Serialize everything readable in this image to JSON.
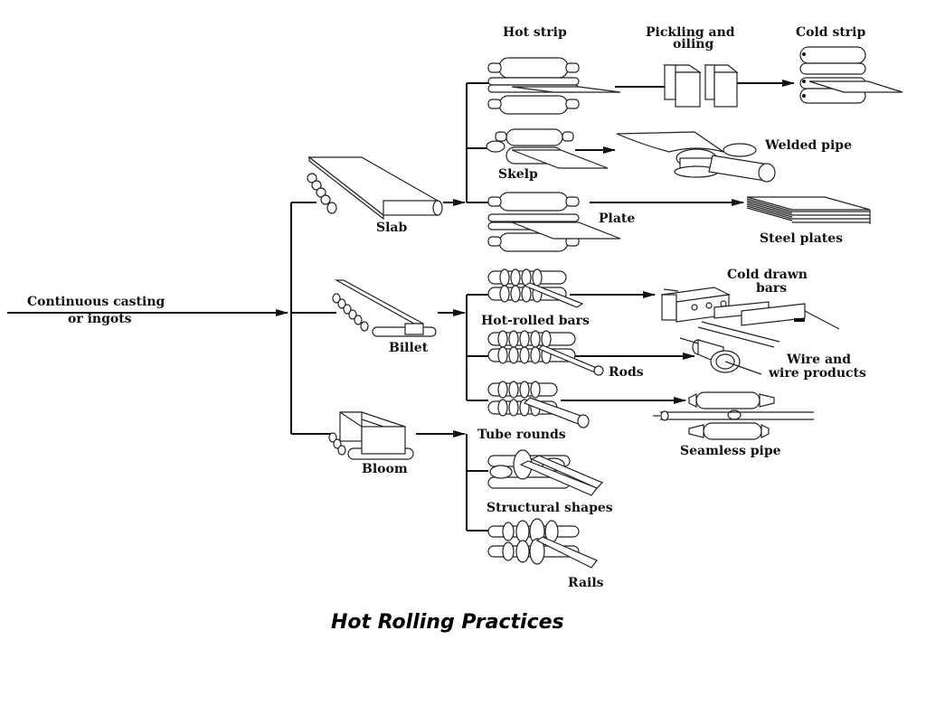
{
  "title": "Hot Rolling Practices",
  "source": {
    "label_line1": "Continuous casting",
    "label_line2": "or ingots"
  },
  "intermediates": [
    {
      "id": "slab",
      "label": "Slab"
    },
    {
      "id": "billet",
      "label": "Billet"
    },
    {
      "id": "bloom",
      "label": "Bloom"
    }
  ],
  "rolled_products": [
    {
      "id": "hot-strip",
      "label": "Hot strip",
      "from": "slab"
    },
    {
      "id": "skelp",
      "label": "Skelp",
      "from": "slab"
    },
    {
      "id": "plate",
      "label": "Plate",
      "from": "slab"
    },
    {
      "id": "hot-rolled-bars",
      "label": "Hot-rolled bars",
      "from": "billet"
    },
    {
      "id": "rods",
      "label": "Rods",
      "from": "billet"
    },
    {
      "id": "tube-rounds",
      "label": "Tube rounds",
      "from": "billet"
    },
    {
      "id": "structural-shapes",
      "label": "Structural shapes",
      "from": "bloom"
    },
    {
      "id": "rails",
      "label": "Rails",
      "from": "bloom"
    }
  ],
  "finished_products": [
    {
      "id": "pickling",
      "label_line1": "Pickling and",
      "label_line2": "oiling",
      "from": "hot-strip"
    },
    {
      "id": "cold-strip",
      "label": "Cold strip",
      "from": "pickling"
    },
    {
      "id": "welded-pipe",
      "label": "Welded pipe",
      "from": "skelp"
    },
    {
      "id": "steel-plates",
      "label": "Steel plates",
      "from": "plate"
    },
    {
      "id": "cold-drawn-bars",
      "label_line1": "Cold drawn",
      "label_line2": "bars",
      "from": "hot-rolled-bars"
    },
    {
      "id": "wire",
      "label_line1": "Wire and",
      "label_line2": "wire products",
      "from": "rods"
    },
    {
      "id": "seamless-pipe",
      "label": "Seamless pipe",
      "from": "tube-rounds"
    }
  ]
}
